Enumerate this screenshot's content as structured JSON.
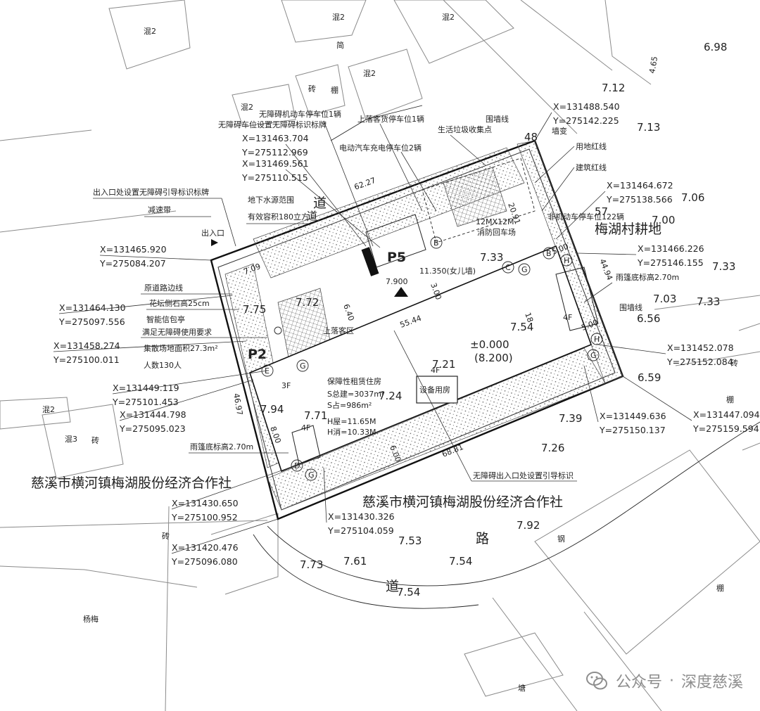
{
  "labels": {
    "hun2": "混2",
    "hun3": "混3",
    "zhuan": "砖",
    "jian": "简",
    "peng": "棚",
    "gang": "钢",
    "tang": "塘",
    "yangmei": "杨梅",
    "dao": "道",
    "lu": "路",
    "weiqiang": "围墙线",
    "duibian": "墙变",
    "yongdi": "用地红线",
    "jianzhu": "建筑红线",
    "meihu_field": "梅湖村耕地",
    "wzgjd": "无障碍机动车停车位1辆",
    "wzgbz": "无障碍车位设置无障碍标识标牌",
    "shangxia_huo": "上落客货停车位1辆",
    "shenghuo_laji": "生活垃圾收集点",
    "diandong": "电动汽车充电停车位2辆",
    "feijidong": "非机动车停车位122辆",
    "xiaofang": "12MX12M",
    "xiaofang2": "消防回车场",
    "dixia_shuiyuan": "地下水源范围",
    "youxiao": "有效容积180立方",
    "churukou_biaopai": "出入口处设置无障碍引导标识标牌",
    "jiansu": "减速带",
    "churukou": "出入口",
    "yuandao": "原道路边线",
    "huatan": "花坛侧石高25cm",
    "zhineng": "智能信包亭",
    "manzu": "满足无障碍使用要求",
    "jihe": "集散场地面积27.3m²",
    "renshu": "人数130人",
    "shangluoke": "上落客区",
    "rain1": "雨篷底标高2.70m",
    "rain2": "雨篷底标高2.70m",
    "wza_churukou": "无障碍出入口处设置引导标识",
    "jianshe1": "慈溪市横河镇梅湖股份经济合作社",
    "jianshe2": "慈溪市横河镇梅湖股份经济合作社",
    "building_title": "保障性租赁住房",
    "s_total": "S总建=3037m²",
    "s_base": "S占=986m²",
    "h_total": "H屋=11.65M",
    "h_eave": "H消=10.33M",
    "shebei": "设备用房",
    "pm_zero": "±0.000",
    "pm_zero2": "(8.200)",
    "floors_4f_a": "4F",
    "floors_4f_b": "4F",
    "floors_4f_c": "4F",
    "floors_3f": "3F",
    "p2": "P2",
    "p5": "P5",
    "wf_tag": "11.350(女儿墙)",
    "el_7900": "7.900"
  },
  "coords": [
    {
      "x": "X=131488.540",
      "y": "Y=275142.225"
    },
    {
      "x": "X=131463.704",
      "y": "Y=275112.969"
    },
    {
      "x": "X=131469.561",
      "y": "Y=275110.515"
    },
    {
      "x": "X=131464.672",
      "y": "Y=275138.566"
    },
    {
      "x": "X=131465.920",
      "y": "Y=275084.207"
    },
    {
      "x": "X=131466.226",
      "y": "Y=275146.155"
    },
    {
      "x": "X=131464.130",
      "y": "Y=275097.556"
    },
    {
      "x": "X=131458.274",
      "y": "Y=275100.011"
    },
    {
      "x": "X=131452.078",
      "y": "Y=275152.084"
    },
    {
      "x": "X=131449.119",
      "y": "Y=275101.453"
    },
    {
      "x": "X=131444.798",
      "y": "Y=275095.023"
    },
    {
      "x": "X=131449.636",
      "y": "Y=275150.137"
    },
    {
      "x": "X=131447.094",
      "y": "Y=275159.594"
    },
    {
      "x": "X=131430.650",
      "y": "Y=275100.952"
    },
    {
      "x": "X=131430.326",
      "y": "Y=275104.059"
    },
    {
      "x": "X=131420.476",
      "y": "Y=275096.080"
    }
  ],
  "spot_elevations": [
    "6.98",
    "7.12",
    "7.13",
    "7.06",
    "7.00",
    "7.33",
    "7.03",
    "7.33",
    "6.56",
    "6.59",
    "7.54",
    "7.21",
    "7.24",
    "7.39",
    "7.26",
    "7.92",
    "7.53",
    "7.61",
    "7.73",
    "7.54",
    "7.54",
    "7.94",
    "7.71",
    "7.72",
    "7.75",
    "7.33"
  ],
  "dims": [
    "62.27",
    "48",
    "4.65",
    "57",
    "44.94",
    "18",
    "55.44",
    "46.97",
    "68.81",
    "5.00",
    "5.00",
    "6.00",
    "20.91",
    "7.09",
    "8.00",
    "3.00",
    "6.40"
  ],
  "watermark": {
    "prefix": "公众号",
    "sep": "·",
    "name": "深度慈溪"
  },
  "colors": {
    "line": "#222222",
    "ext": "#8a8a8a",
    "hatch": "#555555",
    "watermark": "#8e8e8e"
  }
}
